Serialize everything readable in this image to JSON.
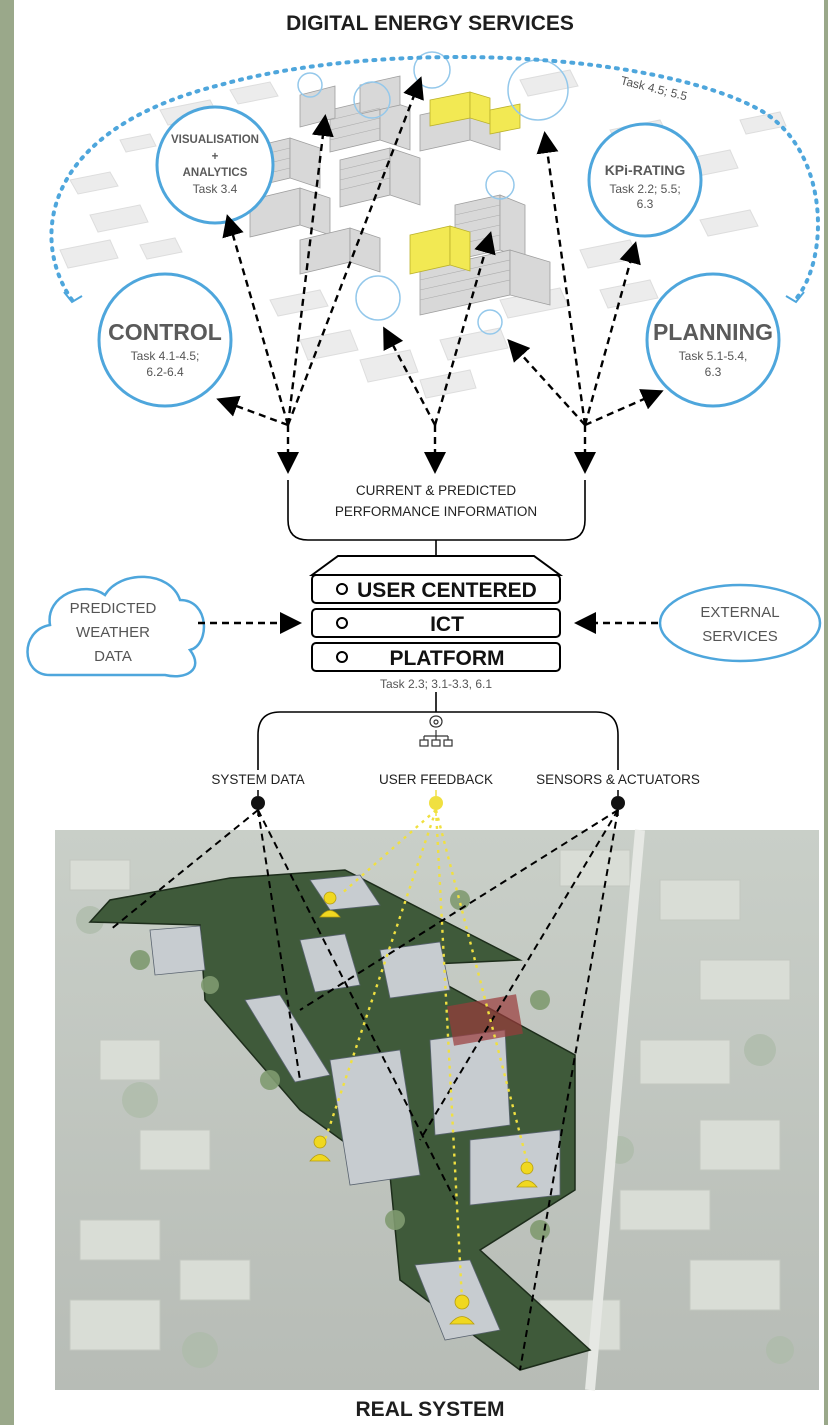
{
  "header": {
    "title": "DIGITAL ENERGY SERVICES"
  },
  "loop_label": "Task 4.5; 5.5",
  "services": {
    "visualisation": {
      "title_line1": "VISUALISATION",
      "title_line2": "+",
      "title_line3": "ANALYTICS",
      "task": "Task 3.4"
    },
    "kpi": {
      "title": "KPi-RATING",
      "task_line1": "Task 2.2; 5.5;",
      "task_line2": "6.3"
    },
    "control": {
      "title": "CONTROL",
      "task_line1": "Task 4.1-4.5;",
      "task_line2": "6.2-6.4"
    },
    "planning": {
      "title": "PLANNING",
      "task_line1": "Task 5.1-5.4,",
      "task_line2": "6.3"
    }
  },
  "performance_info": {
    "line1": "CURRENT & PREDICTED",
    "line2": "PERFORMANCE INFORMATION"
  },
  "platform": {
    "row1": "USER CENTERED",
    "row2": "ICT",
    "row3": "PLATFORM",
    "task": "Task 2.3; 3.1-3.3, 6.1"
  },
  "weather": {
    "line1": "PREDICTED",
    "line2": "WEATHER",
    "line3": "DATA"
  },
  "external": {
    "line1": "EXTERNAL",
    "line2": "SERVICES"
  },
  "inputs": {
    "system_data": "SYSTEM DATA",
    "user_feedback": "USER FEEDBACK",
    "sensors": "SENSORS & ACTUATORS"
  },
  "footer": {
    "title": "REAL SYSTEM"
  },
  "colors": {
    "circle_stroke": "#4ea6dc",
    "highlight_yellow": "#f2e84a",
    "feedback_yellow": "#f0e040"
  }
}
